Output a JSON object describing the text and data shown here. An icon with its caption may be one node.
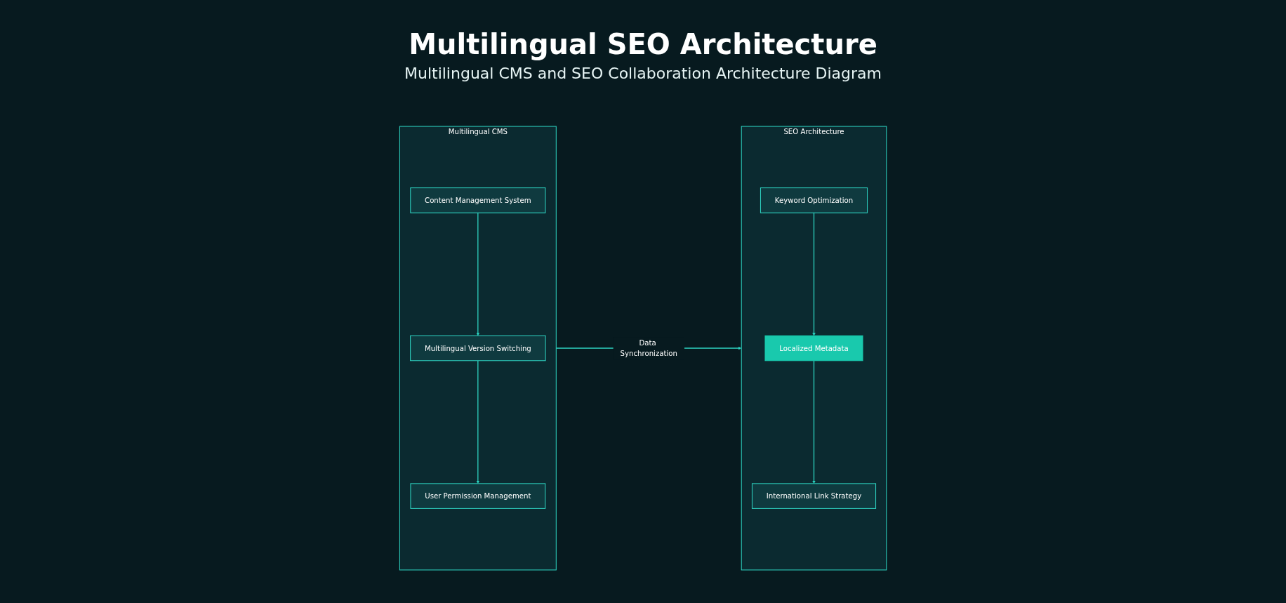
{
  "diagram": {
    "title": "Multilingual SEO Architecture",
    "caption": "Multilingual CMS and SEO Collaboration Architecture Diagram",
    "nodes": [
      {
        "text": [
          "Multilingual CMS"
        ]
      },
      {
        "text": [
          "Content Management System"
        ],
        "in": 0
      },
      {
        "text": [
          "Multilingual Version Switching"
        ],
        "in": 0
      },
      {
        "text": [
          "User Permission Management"
        ],
        "in": 0
      },
      {
        "text": [
          "SEO Architecture"
        ]
      },
      {
        "text": [
          "Keyword Optimization"
        ],
        "in": 4
      },
      {
        "text": [
          "Localized Metadata"
        ],
        "in": 4
      },
      {
        "text": [
          "International Link Strategy"
        ],
        "in": 4
      }
    ],
    "edges": [
      {
        "from": 1,
        "to": 2,
        "arrow": "to"
      },
      {
        "from": 2,
        "to": 3,
        "arrow": "to"
      },
      {
        "from": 5,
        "to": 6,
        "arrow": "to"
      },
      {
        "from": 6,
        "to": 7,
        "arrow": "to"
      },
      {
        "from": 0,
        "to": 4,
        "arrow": "to",
        "label": "Data Synchronization"
      }
    ]
  }
}
